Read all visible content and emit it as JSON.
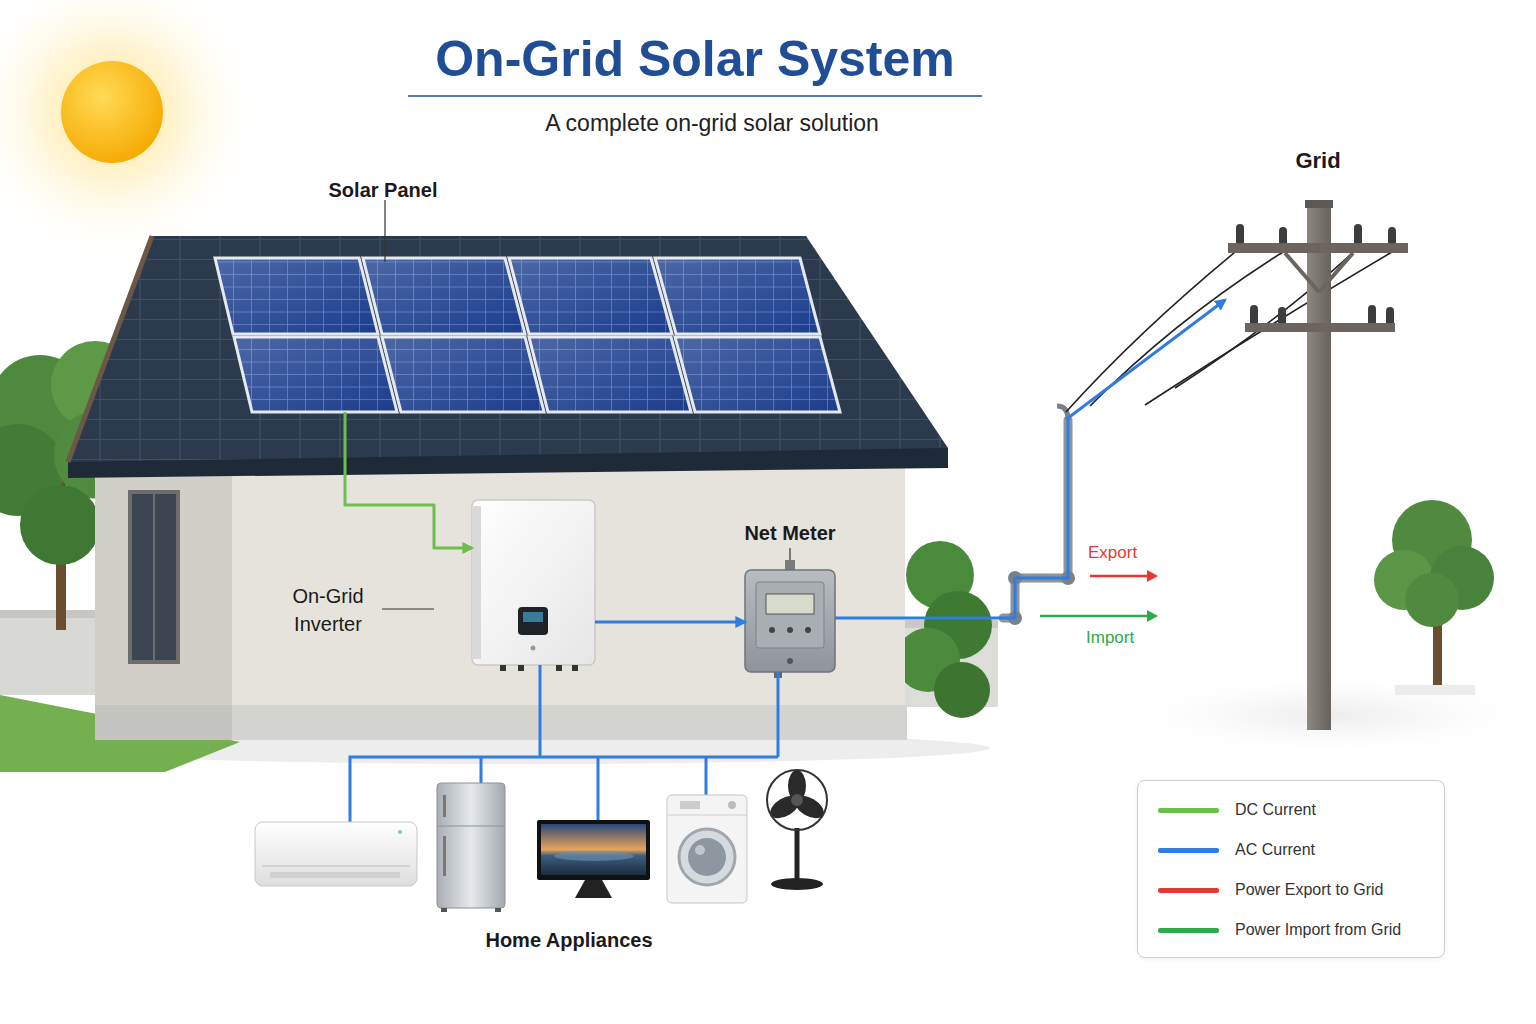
{
  "diagram": {
    "title": "On-Grid Solar System",
    "nodes": [
      {
        "text": [
          "Solar Panel"
        ]
      },
      {
        "text": [
          "On-Grid Inverter"
        ]
      },
      {
        "text": [
          "Net Meter"
        ]
      },
      {
        "text": [
          "Grid"
        ]
      },
      {
        "text": [
          "Home Appliances"
        ]
      }
    ],
    "edges": [
      {
        "from": 0,
        "to": 1,
        "arrow": "to"
      },
      {
        "from": 1,
        "to": 2,
        "arrow": "to"
      },
      {
        "from": 2,
        "to": 3,
        "arrow": "to"
      },
      {
        "from": 1,
        "to": 4,
        "arrow": "none"
      },
      {
        "from": 2,
        "to": 4,
        "arrow": "none"
      }
    ],
    "labels": [
      "A complete on-grid solar solution",
      "Export",
      "Import"
    ],
    "legend": [
      {
        "text": "DC Current",
        "color": "#6cc04a"
      },
      {
        "text": "AC Current",
        "color": "#2f7de1"
      },
      {
        "text": "Power Export to Grid",
        "color": "#e53935"
      },
      {
        "text": "Power Import from Grid",
        "color": "#2eaa4a"
      }
    ]
  }
}
